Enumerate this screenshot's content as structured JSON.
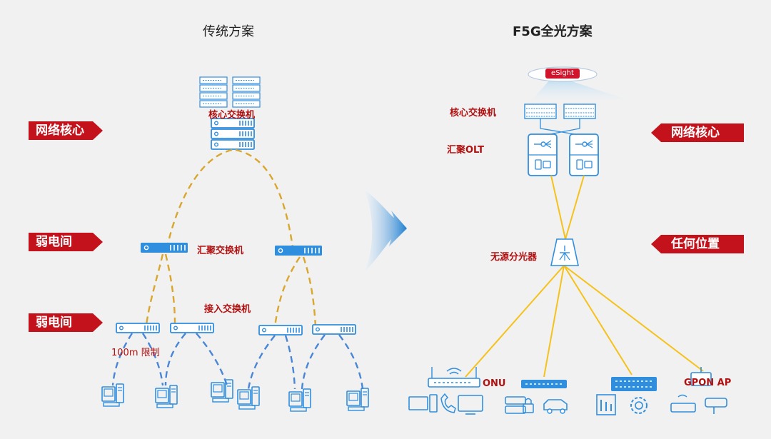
{
  "left": {
    "title": "传统方案",
    "tags": [
      "网络核心",
      "弱电间",
      "弱电间"
    ],
    "labels": {
      "core": "核心交换机",
      "aggregation": "汇聚交换机",
      "access": "接入交换机",
      "limit": "100m 限制"
    }
  },
  "right": {
    "title": "F5G全光方案",
    "tags": [
      "网络核心",
      "任何位置"
    ],
    "labels": {
      "core": "核心交换机",
      "olt": "汇聚OLT",
      "splitter": "无源分光器",
      "onu": "ONU",
      "ap": "GPON AP"
    },
    "esight": "eSight"
  },
  "colors": {
    "red": "#c4121c",
    "blue_icon": "#3a8fd8",
    "dashed_gold": "#d9a62e",
    "dashed_blue": "#4a86d6",
    "fiber": "#f5c21b",
    "label_red": "#b01010"
  },
  "icons": [
    "server-rack-icon",
    "switch-icon",
    "pc-icon",
    "olt-icon",
    "splitter-icon",
    "cloud-icon",
    "router-icon",
    "phone-icon",
    "tv-icon",
    "car-icon",
    "gear-icon",
    "camera-icon"
  ]
}
